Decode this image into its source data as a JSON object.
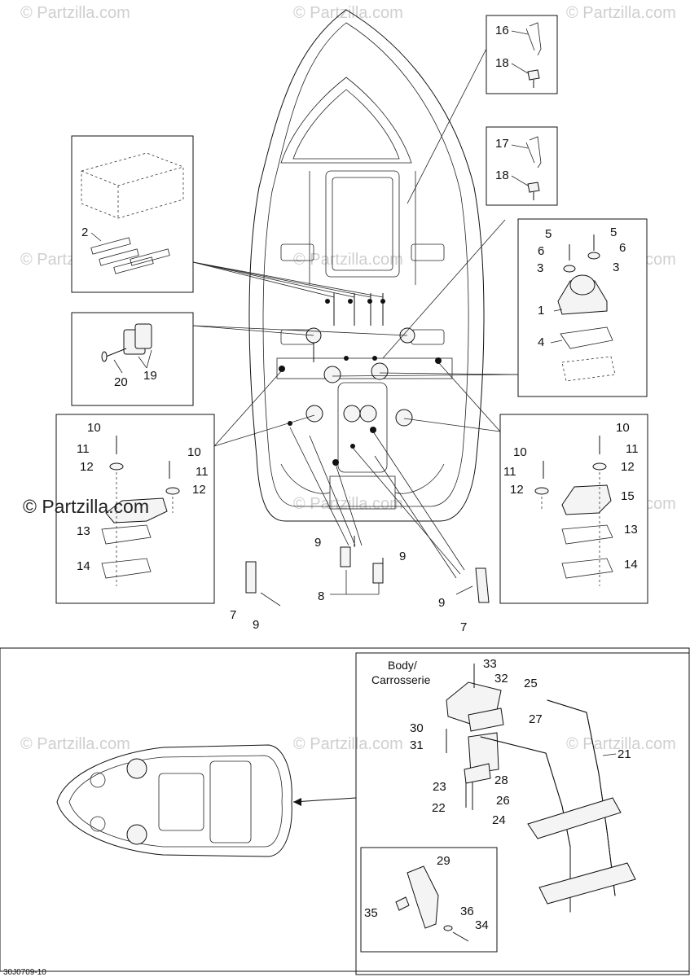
{
  "diagram": {
    "watermark_text": "© Partzilla.com",
    "copyright_text": "© Partzilla.com",
    "drawing_code": "30J0709-10",
    "body_label": [
      "Body/",
      "Carrosserie"
    ],
    "callouts": {
      "c1": "1",
      "c2": "2",
      "c3a": "3",
      "c3b": "3",
      "c4": "4",
      "c5a": "5",
      "c5b": "5",
      "c6a": "6",
      "c6b": "6",
      "c7a": "7",
      "c7b": "7",
      "c8": "8",
      "c9a": "9",
      "c9b": "9",
      "c9c": "9",
      "c9d": "9",
      "c10a": "10",
      "c10b": "10",
      "c10c": "10",
      "c10d": "10",
      "c11a": "11",
      "c11b": "11",
      "c11c": "11",
      "c11d": "11",
      "c12a": "12",
      "c12b": "12",
      "c12c": "12",
      "c12d": "12",
      "c13a": "13",
      "c13b": "13",
      "c14a": "14",
      "c14b": "14",
      "c15": "15",
      "c16": "16",
      "c17": "17",
      "c18a": "18",
      "c18b": "18",
      "c19": "19",
      "c20": "20",
      "c21": "21",
      "c22": "22",
      "c23": "23",
      "c24": "24",
      "c25": "25",
      "c26": "26",
      "c27": "27",
      "c28": "28",
      "c29": "29",
      "c30": "30",
      "c31": "31",
      "c32": "32",
      "c33": "33",
      "c34": "34",
      "c35": "35",
      "c36": "36"
    }
  }
}
